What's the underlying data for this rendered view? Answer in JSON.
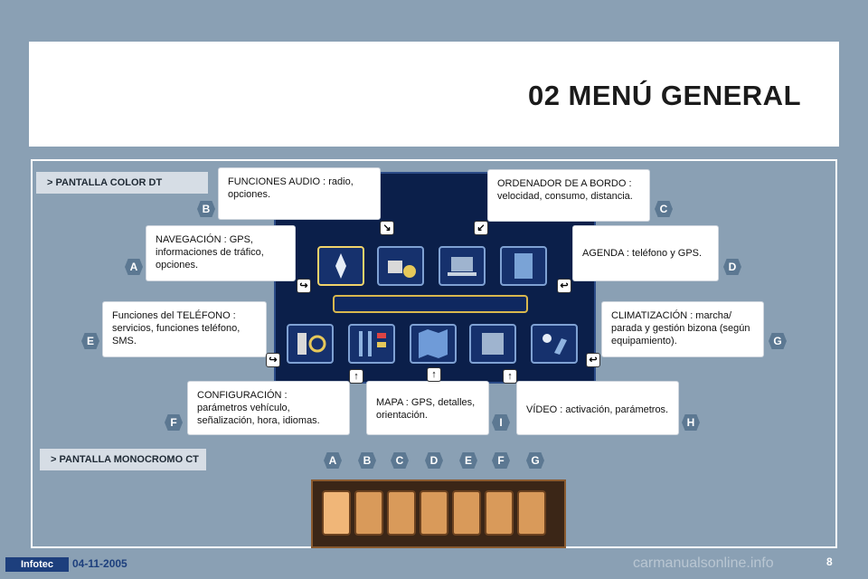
{
  "page": {
    "title": "02 MENÚ GENERAL",
    "section_color": "> PANTALLA COLOR DT",
    "section_mono": "> PANTALLA MONOCROMO CT",
    "footer_date": "04-11-2005",
    "footer_logo": "Infotec",
    "page_number": "8",
    "watermark": "carmanualsonline.info"
  },
  "callouts": [
    {
      "id": "B",
      "text": "FUNCIONES AUDIO : radio, opciones."
    },
    {
      "id": "C",
      "text": "ORDENADOR DE A BORDO : velocidad, consumo, distancia."
    },
    {
      "id": "A",
      "text": "NAVEGACIÓN : GPS, informaciones de tráfico, opciones."
    },
    {
      "id": "D",
      "text": "AGENDA : teléfono y GPS."
    },
    {
      "id": "E",
      "text": "Funciones del TELÉFONO : servicios, funciones teléfono, SMS."
    },
    {
      "id": "G",
      "text": "CLIMATIZACIÓN : marcha/ parada y gestión bizona (según equipamiento)."
    },
    {
      "id": "F",
      "text": "CONFIGURACIÓN : parámetros vehículo, señalización, hora, idiomas."
    },
    {
      "id": "I",
      "text": "MAPA : GPS, detalles, orientación."
    },
    {
      "id": "H",
      "text": "VÍDEO : activación, parámetros."
    }
  ],
  "mono_letters": [
    "A",
    "B",
    "C",
    "D",
    "E",
    "F",
    "G"
  ],
  "colors": {
    "background": "#8aa0b4",
    "screen": "#0b1f4a",
    "label": "#5c7892",
    "mono_bg": "#3b2617",
    "mono_tile": "#d99a5a"
  }
}
